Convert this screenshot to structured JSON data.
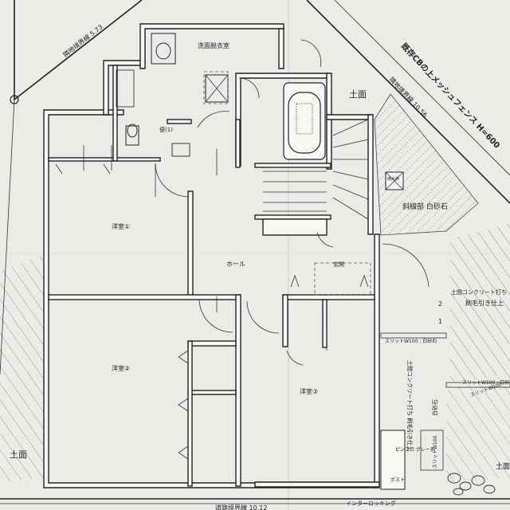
{
  "rooms": {
    "washroom": "洗面脱衣室",
    "toilet": "便(1)",
    "western1": "洋室①",
    "hall": "ホール",
    "entrance": "玄関",
    "western2": "洋室②",
    "western3": "洋室③"
  },
  "boundaries": {
    "adjacent_left": "隣地境界線 5.73",
    "adjacent_right": "隣地境界線 10.56",
    "existing_fence": "既存CBの上メッシュフェンス H=600",
    "road": "道路境界線 10.12"
  },
  "exterior": {
    "soil_right": "土面",
    "soil_left": "土面",
    "soil_bottom_right": "土面",
    "hatched": "斜線部 白砂石",
    "concrete_top": "土間コンクリート打ち",
    "brush_finish": "刷毛引き仕上",
    "slit_w100_1": "スリットW100 : 白砂石",
    "slit_w100_2": "スリットW100 : 白砂石",
    "slit_w100_3": "スリットW100",
    "slit_w100_4": "スリットW100",
    "concrete_vertical": "土間コンクリート打ち 刷毛引き仕上",
    "white_sand": "白砂石",
    "interlocking": "インターロッキング",
    "rainwater": "雨水桝",
    "gravel": "ピンコロ グレー系",
    "post": "ポスト"
  },
  "marks": {
    "num2": "2",
    "num1": "1"
  }
}
